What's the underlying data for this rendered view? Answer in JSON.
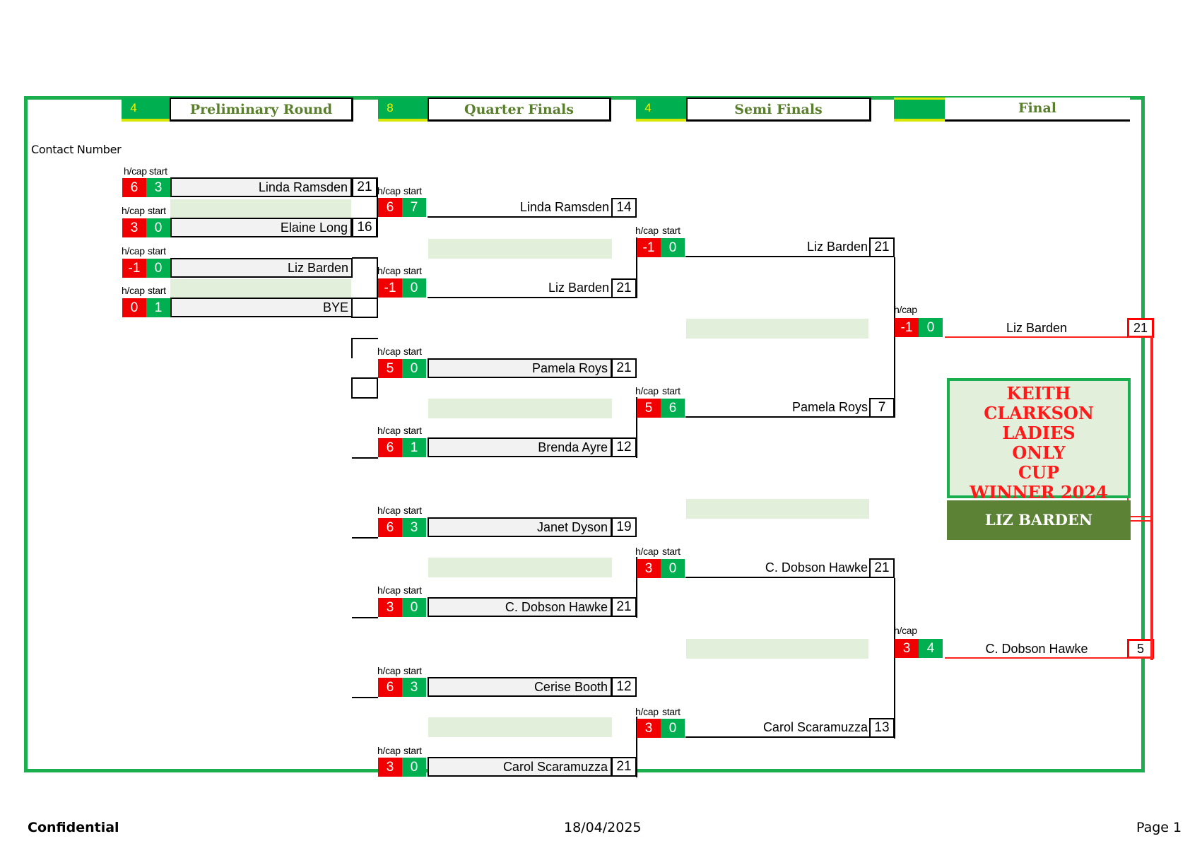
{
  "headers": [
    {
      "badge": "4",
      "title": "Preliminary Round"
    },
    {
      "badge": "8",
      "title": "Quarter Finals"
    },
    {
      "badge": "4",
      "title": "Semi Finals"
    },
    {
      "badge": "",
      "title": "Final"
    }
  ],
  "contact_label": "Contact Number",
  "labels": {
    "hcap": "h/cap",
    "start": "start"
  },
  "prelim": [
    {
      "cap": "6",
      "start": "3",
      "name": "Linda Ramsden",
      "score": "21"
    },
    {
      "cap": "3",
      "start": "0",
      "name": "Elaine Long",
      "score": "16"
    },
    {
      "cap": "-1",
      "start": "0",
      "name": "Liz Barden",
      "score": ""
    },
    {
      "cap": "0",
      "start": "1",
      "name": "BYE",
      "score": ""
    }
  ],
  "quarters": [
    {
      "cap": "6",
      "start": "7",
      "name": "Linda Ramsden",
      "score": "14"
    },
    {
      "cap": "-1",
      "start": "0",
      "name": "Liz Barden",
      "score": "21"
    },
    {
      "cap": "5",
      "start": "0",
      "name": "Pamela Roys",
      "score": "21"
    },
    {
      "cap": "6",
      "start": "1",
      "name": "Brenda Ayre",
      "score": "12"
    },
    {
      "cap": "6",
      "start": "3",
      "name": "Janet Dyson",
      "score": "19"
    },
    {
      "cap": "3",
      "start": "0",
      "name": "C. Dobson Hawke",
      "score": "21"
    },
    {
      "cap": "6",
      "start": "3",
      "name": "Cerise Booth",
      "score": "12"
    },
    {
      "cap": "3",
      "start": "0",
      "name": "Carol Scaramuzza",
      "score": "21"
    }
  ],
  "semis": [
    {
      "cap": "-1",
      "start": "0",
      "name": "Liz Barden",
      "score": "21"
    },
    {
      "cap": "5",
      "start": "6",
      "name": "Pamela Roys",
      "score": "7"
    },
    {
      "cap": "3",
      "start": "0",
      "name": "C. Dobson Hawke",
      "score": "21"
    },
    {
      "cap": "3",
      "start": "0",
      "name": "Carol Scaramuzza",
      "score": "13"
    }
  ],
  "final": [
    {
      "cap": "-1",
      "start": "0",
      "name": "Liz Barden",
      "score": "21"
    },
    {
      "cap": "3",
      "start": "4",
      "name": "C. Dobson Hawke",
      "score": "5"
    }
  ],
  "trophy": {
    "lines": [
      "KEITH",
      "CLARKSON",
      "LADIES",
      "ONLY",
      "CUP",
      "WINNER 2024"
    ],
    "winner": "LIZ BARDEN"
  },
  "footer": {
    "left": "Confidential",
    "center": "18/04/2025",
    "right": "Page 1"
  },
  "colors": {
    "frame": "#1aae4f",
    "hcap": "#f00000",
    "start": "#00b050",
    "header_text": "#5a7f2c",
    "trophy_text": "#ff1a1a",
    "winner_bg": "#5b8235"
  }
}
